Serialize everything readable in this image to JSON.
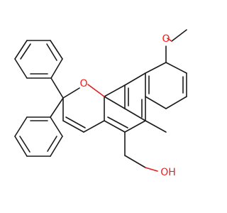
{
  "molecule": {
    "atom_labels": {
      "methoxy_oxygen": "O",
      "ring_oxygen": "O",
      "hydroxyl": "OH"
    },
    "colors": {
      "bond": "#1a1a1a",
      "heteroatom": "#ff1a1a",
      "background": "#ffffff"
    }
  }
}
